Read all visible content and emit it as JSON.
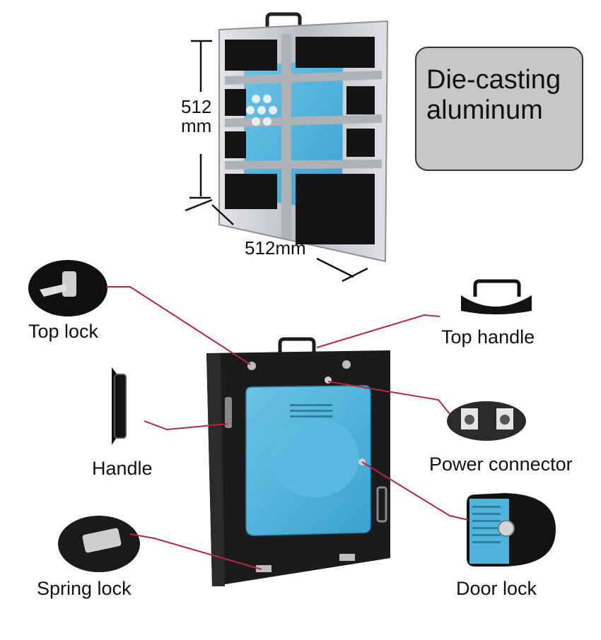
{
  "dimensions": {
    "height_value": "512",
    "height_unit": "mm",
    "width_label": "512mm"
  },
  "material_badge": {
    "line1": "Die-casting",
    "line2": "aluminum"
  },
  "callouts": {
    "top_lock": "Top lock",
    "top_handle": "Top handle",
    "handle": "Handle",
    "power_connector": "Power connector",
    "spring_lock": "Spring lock",
    "door_lock": "Door lock"
  },
  "colors": {
    "leader_line": "#b5283c",
    "panel_blue": "#4fb3da",
    "cabinet_black": "#1b1b1b",
    "frame_silver": "#c9ccd0",
    "badge_fill": "#c7c7c7"
  }
}
